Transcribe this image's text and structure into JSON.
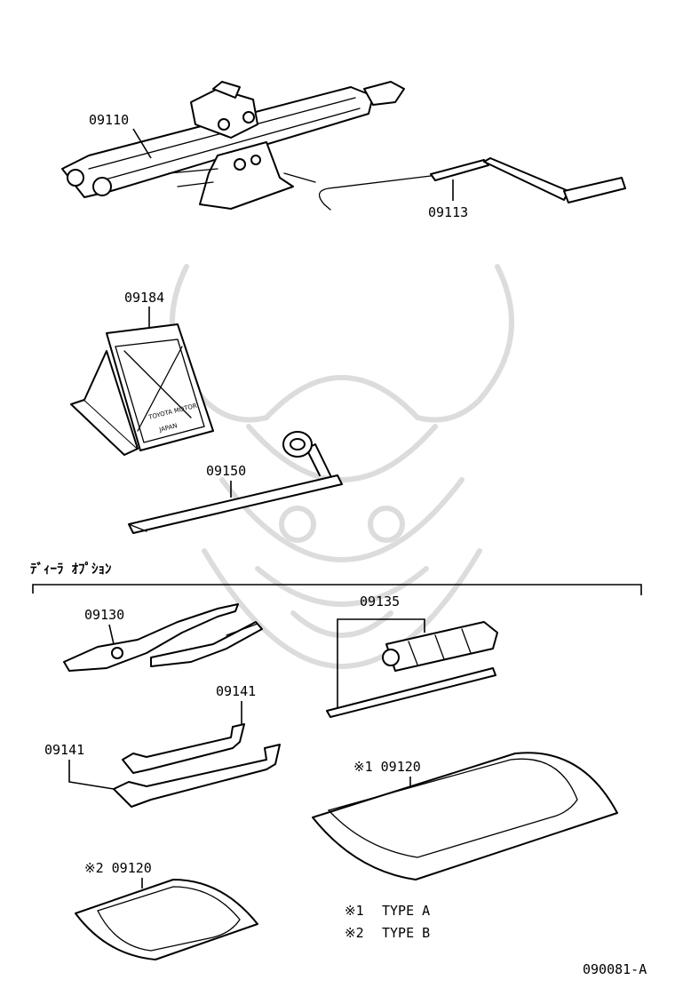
{
  "callouts": {
    "jack": "09110",
    "handle": "09113",
    "chock": "09184",
    "wrench": "09150",
    "section_title": "ﾃﾞｨｰﾗ ｵﾌﾟｼｮﾝ",
    "pliers": "09130",
    "screwdriver": "09135",
    "spanner_top": "09141",
    "spanner_bottom": "09141",
    "bag_a": "※1 09120",
    "bag_b": "※2 09120"
  },
  "legend": [
    {
      "mark": "※1",
      "text": "TYPE A"
    },
    {
      "mark": "※2",
      "text": "TYPE B"
    }
  ],
  "chock_stamp": [
    "TOYOTA MOTOR",
    "JAPAN"
  ],
  "diagram_id": "090081-A"
}
